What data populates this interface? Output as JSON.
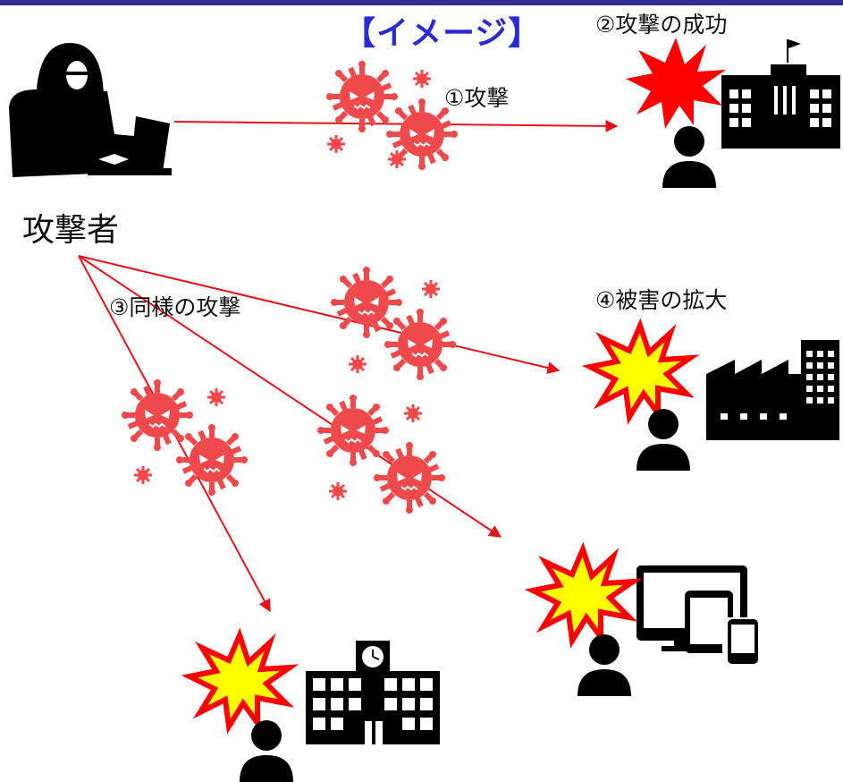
{
  "title": "【イメージ】",
  "labels": {
    "attack": "①攻撃",
    "success": "②攻撃の成功",
    "similar_attack": "③同様の攻撃",
    "spread": "④被害の拡大",
    "attacker": "攻撃者"
  },
  "colors": {
    "title": "#2b2bd6",
    "arrow": "#e8101a",
    "virus": "#f0494b",
    "burst_red": "#ff0000",
    "burst_yellow": "#ffff00",
    "silhouette": "#000000",
    "top_bar": "#2f2f8f"
  },
  "icons": {
    "attacker": "hacker-icon",
    "virus": "virus-icon",
    "victim": "person-icon",
    "school": "school-building-icon",
    "factory": "factory-icon",
    "devices": "devices-icon",
    "explosion": "explosion-icon"
  }
}
